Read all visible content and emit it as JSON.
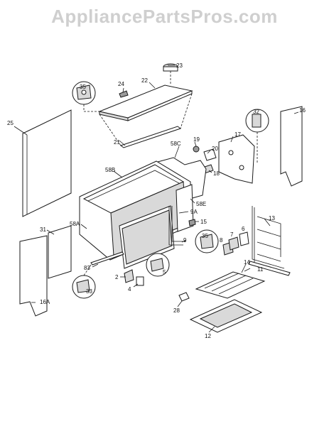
{
  "watermark": "AppliancePartsPros.com",
  "callouts": {
    "c23": "23",
    "c24": "24",
    "c22": "22",
    "c35a": "35",
    "c21": "21",
    "c25": "25",
    "c32": "32",
    "c16": "16",
    "c19": "19",
    "c17": "17",
    "c20": "20",
    "c58C": "58C",
    "c18": "18",
    "c58B": "58B",
    "c58E": "58E",
    "c9A": "9A",
    "c15": "15",
    "c13": "13",
    "c58A": "58A",
    "c31": "31",
    "c35b": "35",
    "c8": "8",
    "c7": "7",
    "c6": "6",
    "c9": "9",
    "c83": "83",
    "c2": "2",
    "c5": "5",
    "c4": "4",
    "c11": "11",
    "c14": "14",
    "c33": "33",
    "c16A": "16A",
    "c28": "28",
    "c12": "12"
  }
}
